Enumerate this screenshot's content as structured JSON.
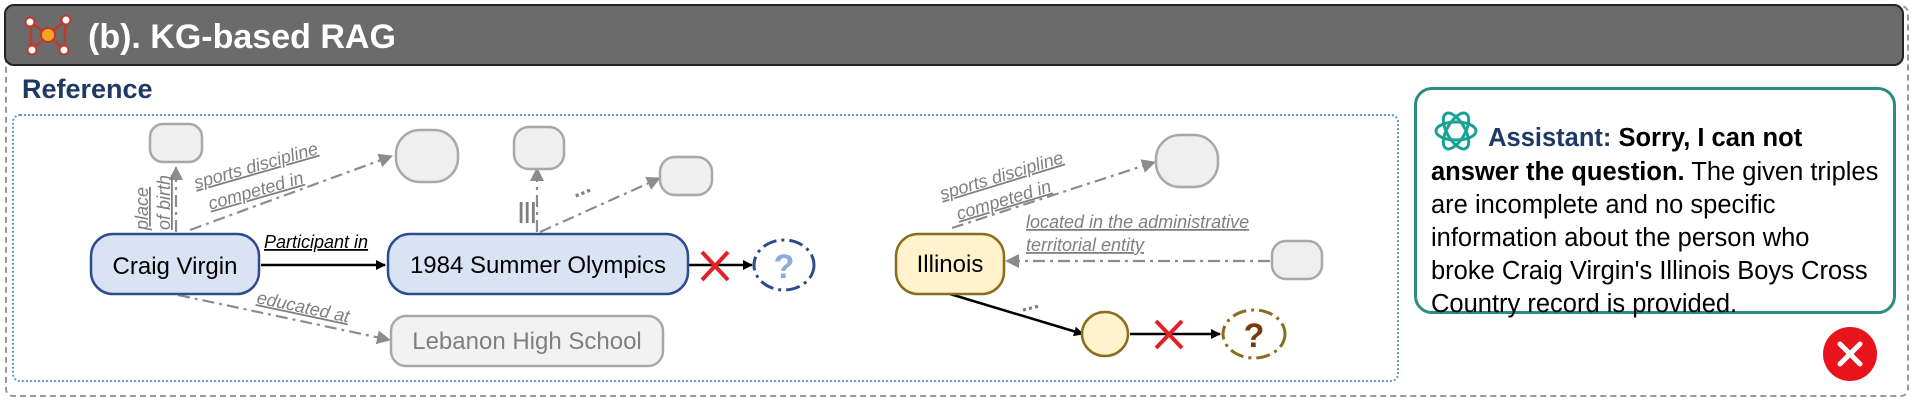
{
  "header": {
    "title": "(b). KG-based RAG",
    "icon": "knowledge-graph-icon"
  },
  "reference_label": "Reference",
  "nodes": {
    "craig_virgin": "Craig Virgin",
    "olympics": "1984 Summer Olympics",
    "unknown_1": "?",
    "lebanon": "Lebanon High School",
    "illinois": "Illinois",
    "unknown_2": "?"
  },
  "edges": {
    "place_of_birth": "place of birth",
    "sports_discipline_1": "sports discipline competed in",
    "participant_in": "Participant in",
    "educated_at": "educated at",
    "dots_olympics": "...",
    "sports_discipline_2": "sports discipline competed in",
    "located_in": "located in the administrative territorial entity",
    "dots_illinois": "..."
  },
  "assistant": {
    "label": "Assistant:",
    "bold_text": "Sorry, I can not answer the  question.",
    "text": "The given triples are incomplete and no specific information about the person who broke Craig Virgin's Illinois Boys Cross Country record is provided."
  },
  "colors": {
    "header_bg": "#6b6b6b",
    "node_blue_fill": "#dae3f3",
    "node_blue_stroke": "#2f4b8f",
    "node_yellow_fill": "#fff2cc",
    "node_yellow_stroke": "#8a6d1a",
    "cross_red": "#e0202a",
    "assistant_border": "#2a8c82",
    "wrong_red": "#e8141b"
  },
  "icons": [
    "knowledge-graph-icon",
    "openai-icon",
    "wrong-icon"
  ]
}
